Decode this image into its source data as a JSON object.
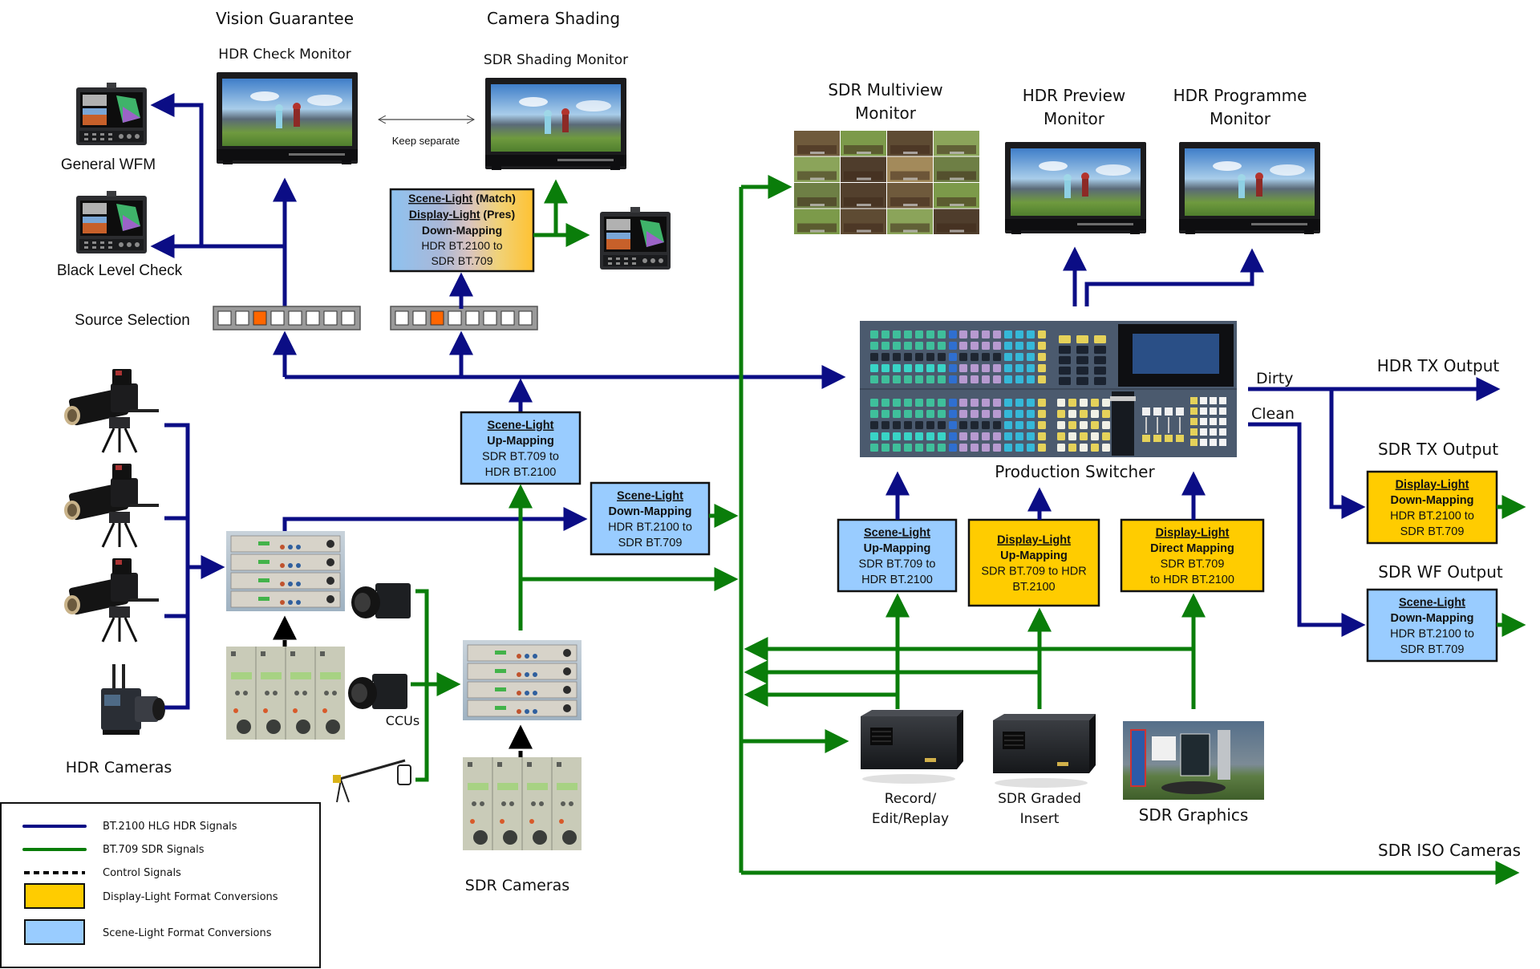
{
  "title_sections": {
    "vision_guarantee": "Vision Guarantee",
    "camera_shading": "Camera Shading"
  },
  "monitors": {
    "hdr_check": "HDR Check Monitor",
    "sdr_shading": "SDR Shading Monitor",
    "sdr_multiview": [
      "SDR Multiview",
      "Monitor"
    ],
    "hdr_preview": [
      "HDR Preview",
      "Monitor"
    ],
    "hdr_programme": [
      "HDR Programme",
      "Monitor"
    ]
  },
  "keep_separate": "Keep separate",
  "waveform": {
    "general": "General WFM",
    "black_level": "Black Level Check"
  },
  "source_selection": {
    "label": "Source Selection",
    "panels": [
      {
        "buttons": 8,
        "active_index": 2
      },
      {
        "buttons": 8,
        "active_index": 2
      }
    ]
  },
  "shading_box": {
    "line1_title": "Scene-Light",
    "line1_suffix": " (Match)",
    "line2_title": "Display-Light",
    "line2_suffix": " (Pres)",
    "line3": "Down-Mapping",
    "line4": "HDR BT.2100 to",
    "line5": "SDR BT.709"
  },
  "boxes": {
    "sl_up_center": {
      "type": "scene",
      "title": "Scene-Light",
      "bold": "Up-Mapping",
      "lines": [
        "SDR BT.709 to",
        "HDR BT.2100"
      ]
    },
    "sl_down_center": {
      "type": "scene",
      "title": "Scene-Light",
      "bold": "Down-Mapping",
      "lines": [
        "HDR BT.2100 to",
        "SDR BT.709"
      ]
    },
    "sl_up_switcher": {
      "type": "scene",
      "title": "Scene-Light",
      "bold": "Up-Mapping",
      "lines": [
        "SDR BT.709 to",
        "HDR BT.2100"
      ]
    },
    "dl_up_switcher": {
      "type": "display",
      "title": "Display-Light",
      "bold": "Up-Mapping",
      "lines": [
        "SDR BT.709 to HDR",
        "BT.2100"
      ]
    },
    "dl_direct_switcher": {
      "type": "display",
      "title": "Display-Light",
      "bold": "Direct Mapping",
      "lines": [
        "SDR BT.709",
        "to HDR BT.2100"
      ]
    },
    "dl_down_tx": {
      "type": "display",
      "title": "Display-Light",
      "bold": "Down-Mapping",
      "lines": [
        "HDR BT.2100 to",
        "SDR BT.709"
      ]
    },
    "sl_down_wf": {
      "type": "scene",
      "title": "Scene-Light",
      "bold": "Down-Mapping",
      "lines": [
        "HDR BT.2100 to",
        "SDR BT.709"
      ]
    }
  },
  "switcher": {
    "label": "Production Switcher"
  },
  "outputs": {
    "dirty": "Dirty",
    "clean": "Clean",
    "hdr_tx": "HDR TX Output",
    "sdr_tx": "SDR TX Output",
    "sdr_wf": "SDR WF Output",
    "sdr_iso": "SDR ISO Cameras"
  },
  "sources": {
    "hdr_cameras": "HDR Cameras",
    "sdr_cameras": "SDR Cameras",
    "ccus": "CCUs",
    "record": [
      "Record/",
      "Edit/Replay"
    ],
    "graded_insert": [
      "SDR Graded",
      "Insert"
    ],
    "graphics": "SDR Graphics"
  },
  "legend": {
    "items": [
      {
        "kind": "line",
        "label": "BT.2100 HLG HDR Signals"
      },
      {
        "kind": "line",
        "label": "BT.709 SDR Signals"
      },
      {
        "kind": "dashed",
        "label": "Control Signals"
      },
      {
        "kind": "swatch",
        "label": "Display-Light Format Conversions"
      },
      {
        "kind": "swatch",
        "label": "Scene-Light Format Conversions"
      }
    ]
  },
  "colors": {
    "hdr_signal": "#0b0d85",
    "sdr_signal": "#0a7d0a",
    "control_signal": "#000000",
    "display_light": "#ffcc00",
    "scene_light": "#99ccff",
    "selected_source": "#ff6600"
  }
}
